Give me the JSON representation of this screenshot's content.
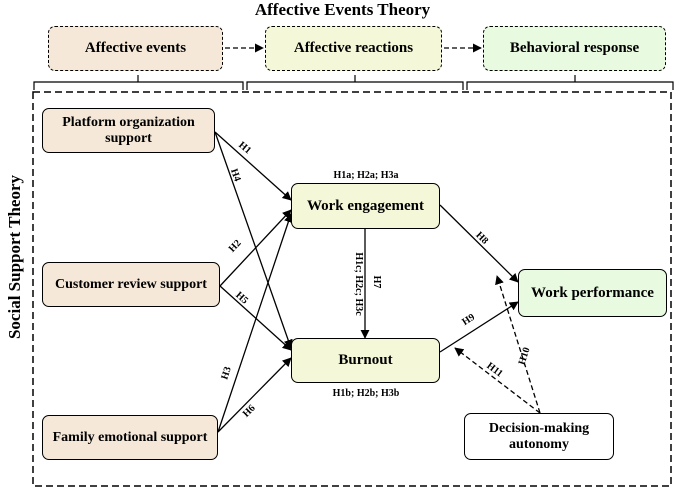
{
  "title": "Affective Events Theory",
  "side_title": "Social Support Theory",
  "top_row": {
    "affective_events": "Affective events",
    "affective_reactions": "Affective reactions",
    "behavioral_response": "Behavioral response"
  },
  "nodes": {
    "platform_support": "Platform organization support",
    "customer_support": "Customer review support",
    "family_support": "Family emotional support",
    "work_engagement": "Work engagement",
    "burnout": "Burnout",
    "work_performance": "Work performance",
    "decision_autonomy": "Decision-making autonomy"
  },
  "labels": {
    "engagement_hyp": "H1a; H2a; H3a",
    "burnout_hyp": "H1b; H2b; H3b",
    "mediation_hyp": "H1c; H2c; H3c",
    "h1": "H1",
    "h2": "H2",
    "h3": "H3",
    "h4": "H4",
    "h5": "H5",
    "h6": "H6",
    "h7": "H7",
    "h8": "H8",
    "h9": "H9",
    "h10": "H10",
    "h11": "H11"
  },
  "colors": {
    "tan": "#f5e8d8",
    "yellow": "#f5f8d8",
    "green": "#e8fadf"
  }
}
